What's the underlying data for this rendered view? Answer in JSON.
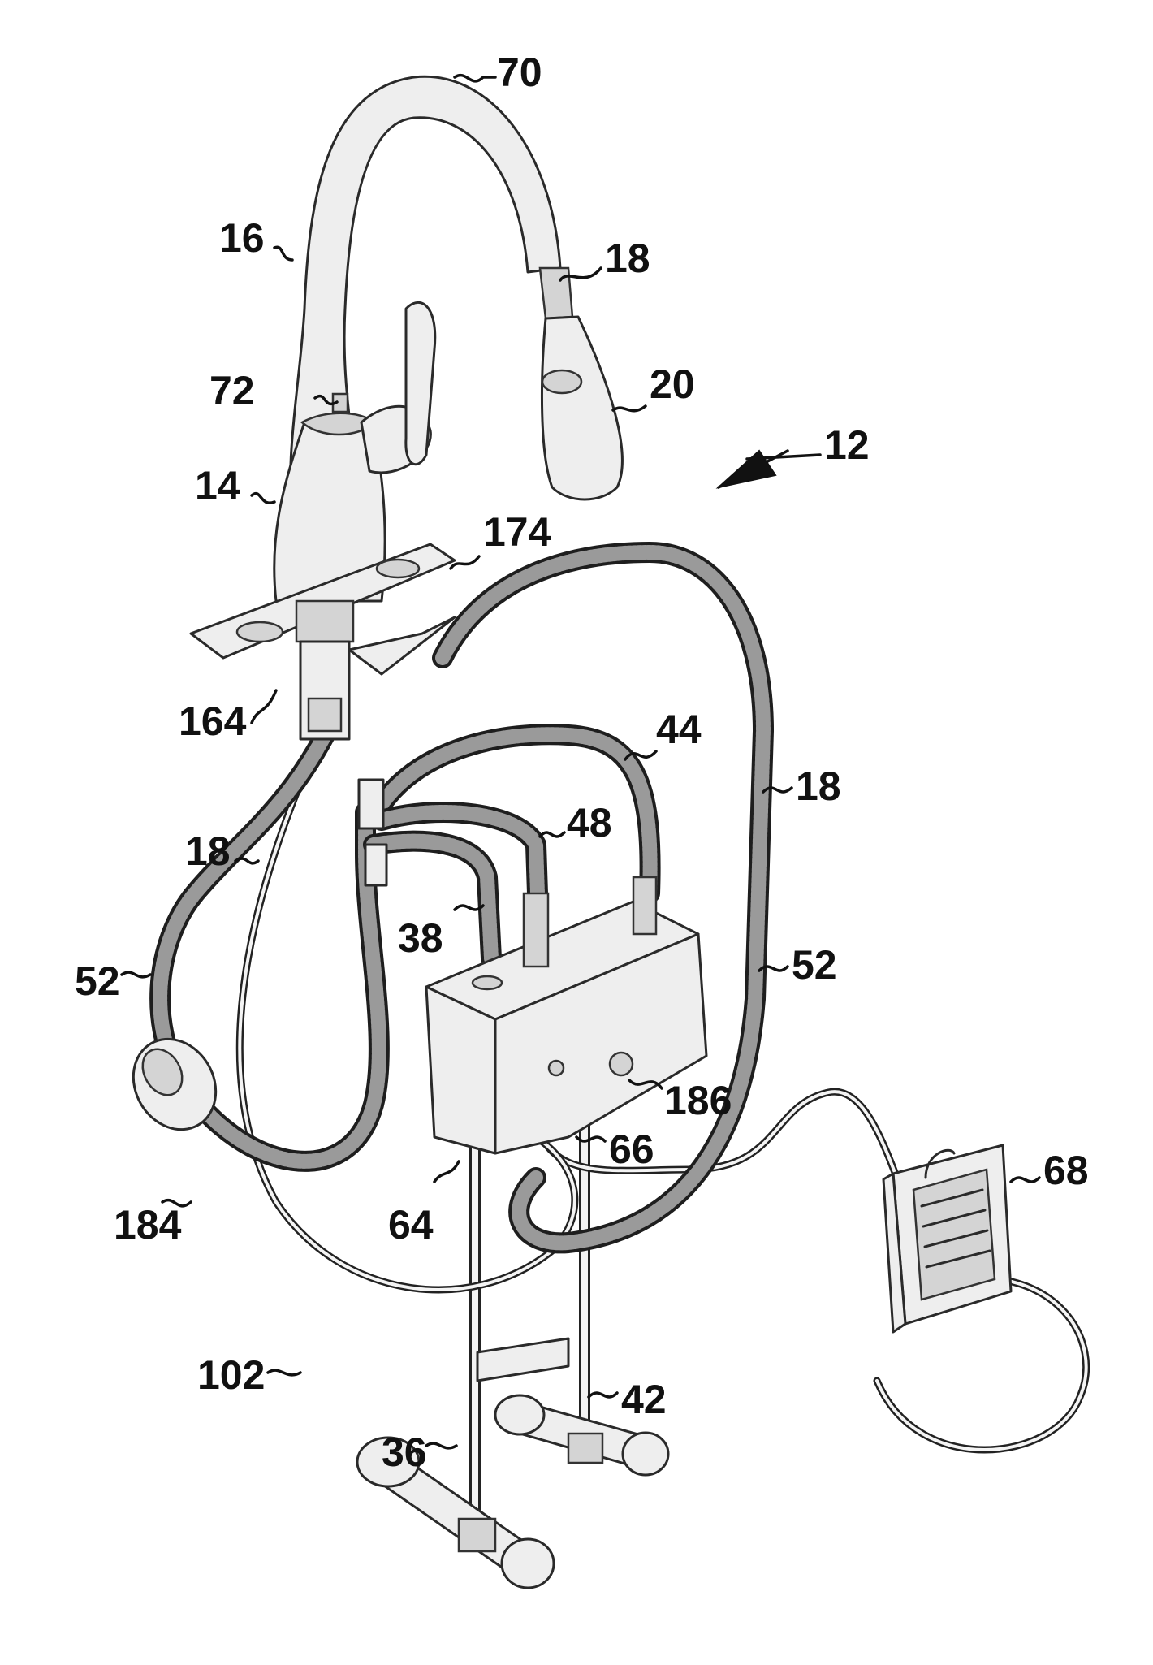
{
  "figure": {
    "reference_numerals": {
      "n70": "70",
      "n16": "16",
      "n18_top": "18",
      "n72": "72",
      "n20": "20",
      "n12": "12",
      "n14": "14",
      "n174": "174",
      "n164": "164",
      "n44": "44",
      "n18_right": "18",
      "n48": "48",
      "n18_left": "18",
      "n38": "38",
      "n52_right": "52",
      "n52_left": "52",
      "n186": "186",
      "n66": "66",
      "n68": "68",
      "n184": "184",
      "n64": "64",
      "n102": "102",
      "n42": "42",
      "n36": "36"
    }
  }
}
